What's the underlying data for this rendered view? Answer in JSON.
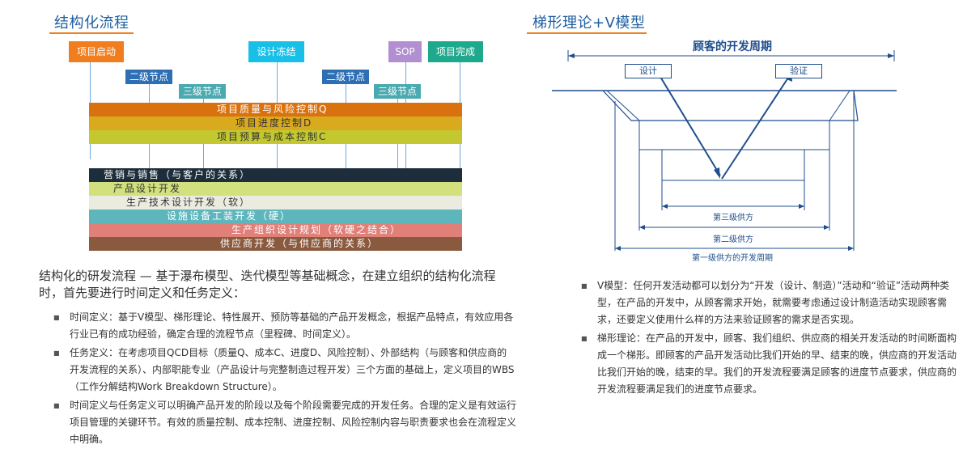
{
  "left": {
    "title": "结构化流程",
    "milestones": {
      "start": "项目启动",
      "design_freeze": "设计冻结",
      "sop": "SOP",
      "complete": "项目完成"
    },
    "nodes": {
      "level2_a": "二级节点",
      "level3_a": "三级节点",
      "level2_b": "二级节点",
      "level3_b": "三级节点"
    },
    "controls": {
      "quality": "项目质量与风险控制Q",
      "progress": "项目进度控制D",
      "cost": "项目预算与成本控制C"
    },
    "tracks": {
      "sales": "营销与销售（与客户的关系）",
      "product": "产品设计开发",
      "production_tech": "生产技术设计开发（软）",
      "equipment": "设施设备工装开发（硬）",
      "org_planning": "生产组织设计规划（软硬之结合）",
      "supplier": "供应商开发（与供应商的关系）"
    },
    "intro": "结构化的研发流程 — 基于瀑布模型、迭代模型等基础概念，在建立组织的结构化流程时，首先要进行时间定义和任务定义：",
    "bullets": [
      "时间定义：基于V模型、梯形理论、特性展开、预防等基础的产品开发概念，根据产品特点，有效应用各行业已有的成功经验，确定合理的流程节点（里程碑、时间定义）。",
      "任务定义：在考虑项目QCD目标（质量Q、成本C、进度D、风险控制）、外部结构（与顾客和供应商的开发流程的关系）、内部职能专业（产品设计与完整制造过程开发）三个方面的基础上，定义项目的WBS（工作分解结构Work Breakdown Structure）。",
      "时间定义与任务定义可以明确产品开发的阶段以及每个阶段需要完成的开发任务。合理的定义是有效运行项目管理的关键环节。有效的质量控制、成本控制、进度控制、风险控制内容与职责要求也会在流程定义中明确。"
    ]
  },
  "right": {
    "title": "梯形理论+V模型",
    "cycle_label": "顾客的开发周期",
    "design": "设计",
    "verify": "验证",
    "level3": "第三级供方",
    "level2": "第二级供方",
    "level1": "第一级供方的开发周期",
    "bullets": [
      "V模型：任何开发活动都可以划分为“开发（设计、制造）”活动和“验证”活动两种类型，在产品的开发中，从顾客需求开始，就需要考虑通过设计制造活动实现顾客需求，还要定义使用什么样的方法来验证顾客的需求是否实现。",
      "梯形理论：在产品的开发中，顾客、我们组织、供应商的相关开发活动的时间断面构成一个梯形。即顾客的产品开发活动比我们开始的早、结束的晚，供应商的开发活动比我们开始的晚，结束的早。我们的开发流程要满足顾客的进度节点要求，供应商的开发流程要满足我们的进度节点要求。"
    ]
  },
  "colors": {
    "orange": "#f07d1e",
    "cyan": "#18c0e8",
    "purple": "#b18fd0",
    "teal": "#1fa98c",
    "navy": "#2e6fb4",
    "teal_light": "#4aaab0",
    "accent_blue": "#1f5fa0"
  }
}
